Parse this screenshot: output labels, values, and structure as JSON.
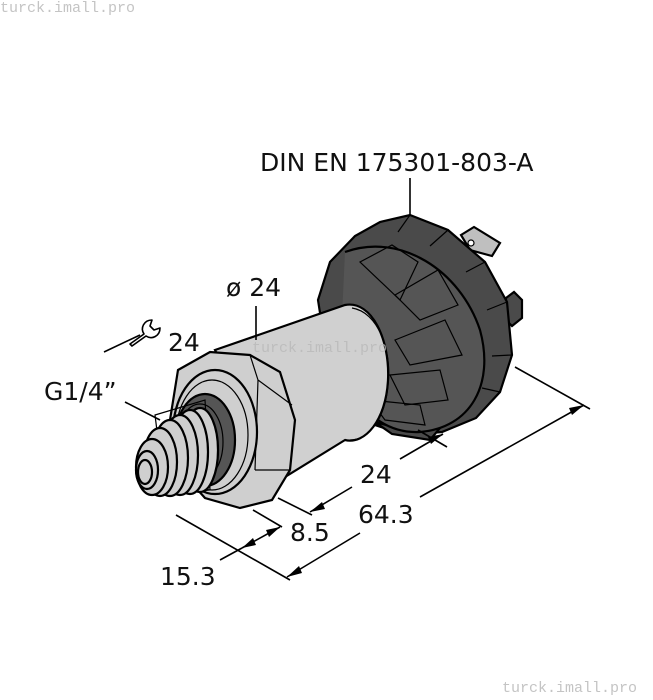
{
  "watermarks": {
    "top": "turck.imall.pro",
    "middle": "turck.imall.pro",
    "bottom": "turck.imall.pro"
  },
  "labels": {
    "connector_standard": "DIN EN 175301-803-A",
    "body_diameter": "ø 24",
    "wrench_size": "24",
    "thread": "G1/4”",
    "dim_connector_length": "24",
    "dim_total_length": "64.3",
    "dim_hex_length": "8.5",
    "dim_thread_length": "15.3"
  },
  "icons": {
    "wrench": "wrench-icon"
  },
  "colors": {
    "body_gray": "#d0d0d0",
    "connector_gray": "#4a4a4a",
    "outline": "#000000",
    "seal_dark": "#555555",
    "watermark": "#c4c4c4"
  }
}
